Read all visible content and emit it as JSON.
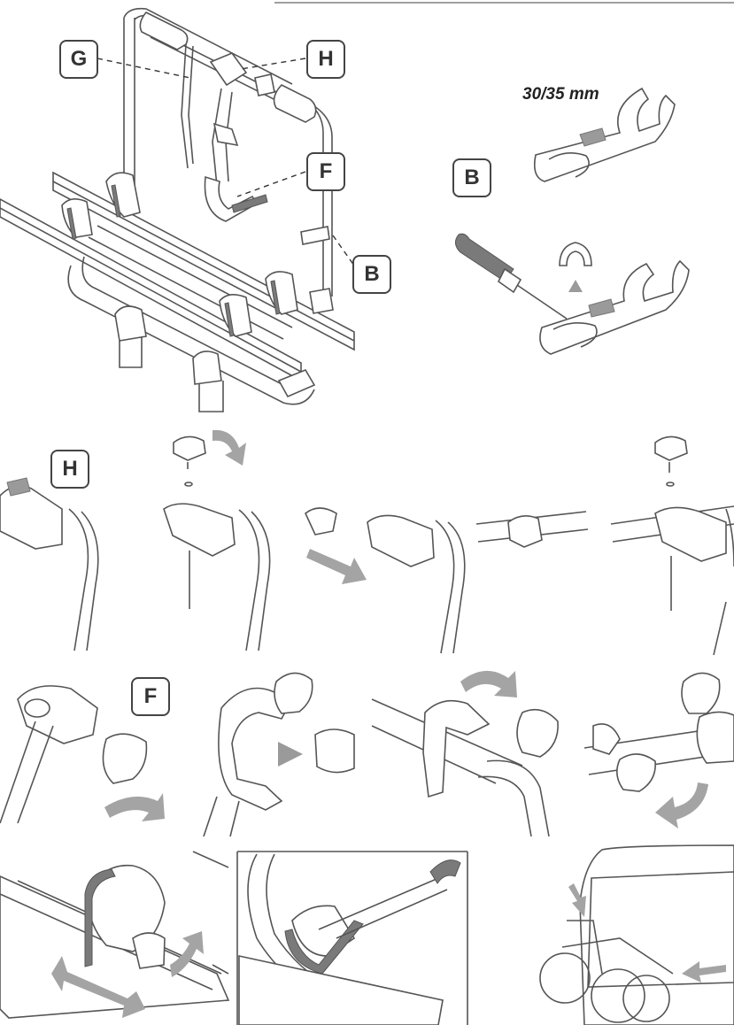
{
  "labels": {
    "g_main": "G",
    "h_main": "H",
    "f_main": "F",
    "b_main": "B",
    "b_detail": "B",
    "h_section": "H",
    "f_section": "F"
  },
  "dimension": "30/35 mm",
  "colors": {
    "line": "#555555",
    "arrow": "#a4a4a4",
    "frame": "#444444"
  }
}
